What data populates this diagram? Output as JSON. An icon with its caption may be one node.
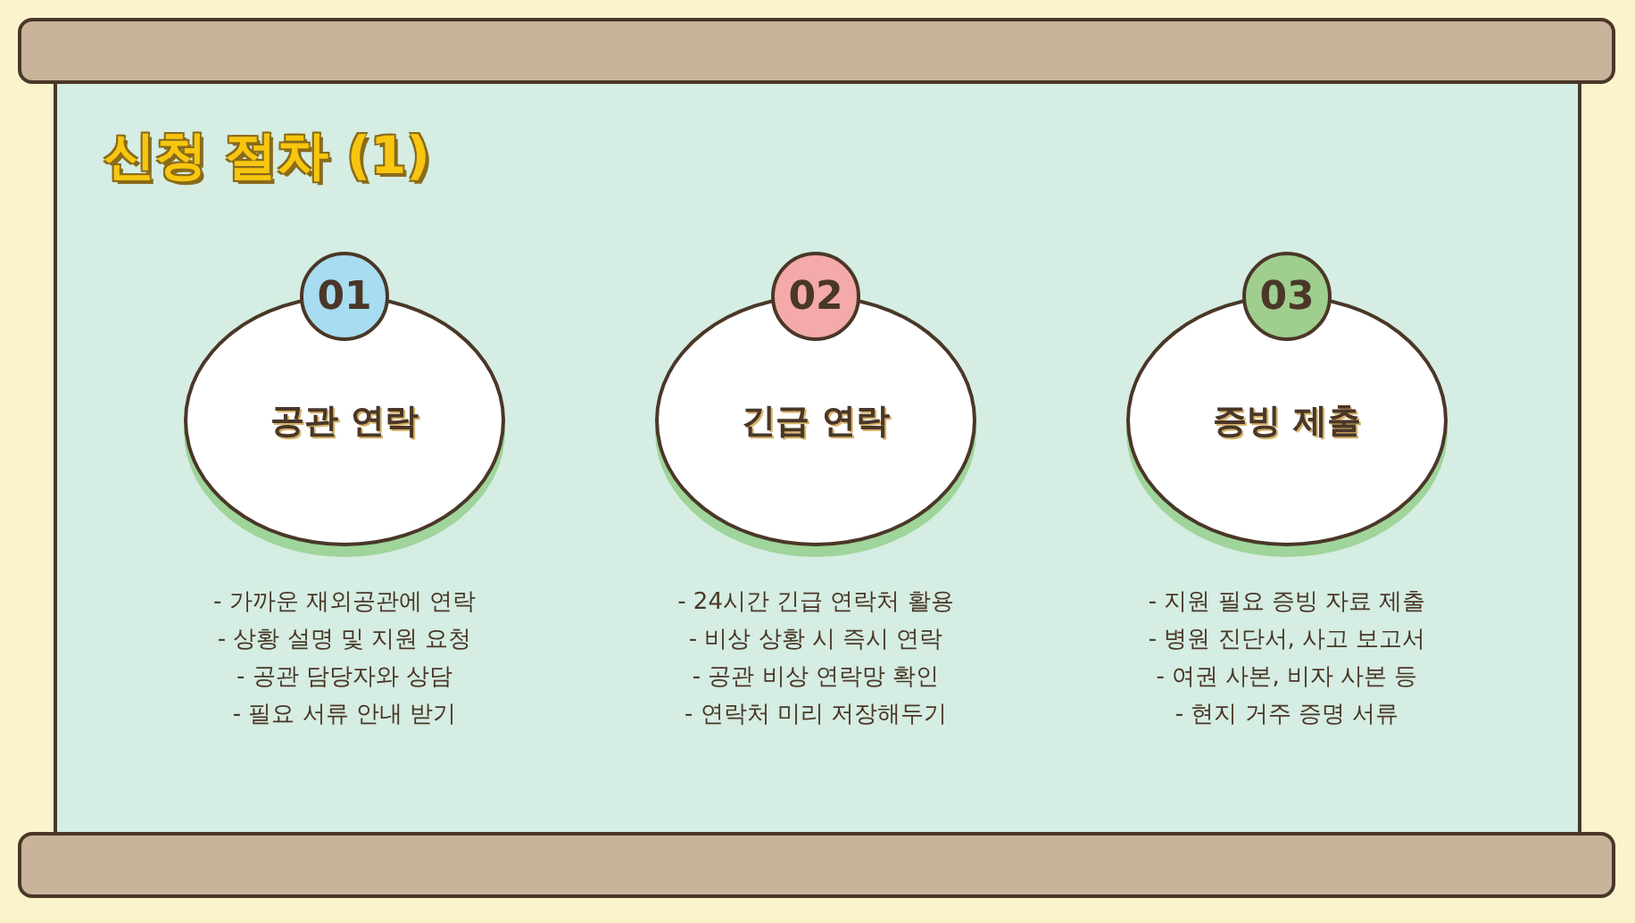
{
  "diagram": {
    "title": "신청 절차 (1)",
    "nodes": [
      {
        "text": [
          "01"
        ]
      },
      {
        "text": [
          "공관 연락"
        ],
        "beside": [
          "- 가까운 재외공관에 연락",
          "- 상황 설명 및 지원 요청",
          "- 공관 담당자와 상담",
          "- 필요 서류 안내 받기"
        ]
      },
      {
        "text": [
          "02"
        ]
      },
      {
        "text": [
          "긴급 연락"
        ],
        "beside": [
          "- 24시간 긴급 연락처 활용",
          "- 비상 상황 시 즉시 연락",
          "- 공관 비상 연락망 확인",
          "- 연락처 미리 저장해두기"
        ]
      },
      {
        "text": [
          "03"
        ]
      },
      {
        "text": [
          "증빙 제출"
        ],
        "beside": [
          "- 지원 필요 증빙 자료 제출",
          "- 병원 진단서, 사고 보고서",
          "- 여권 사본, 비자 사본 등",
          "- 현지 거주 증명 서류"
        ]
      }
    ]
  }
}
